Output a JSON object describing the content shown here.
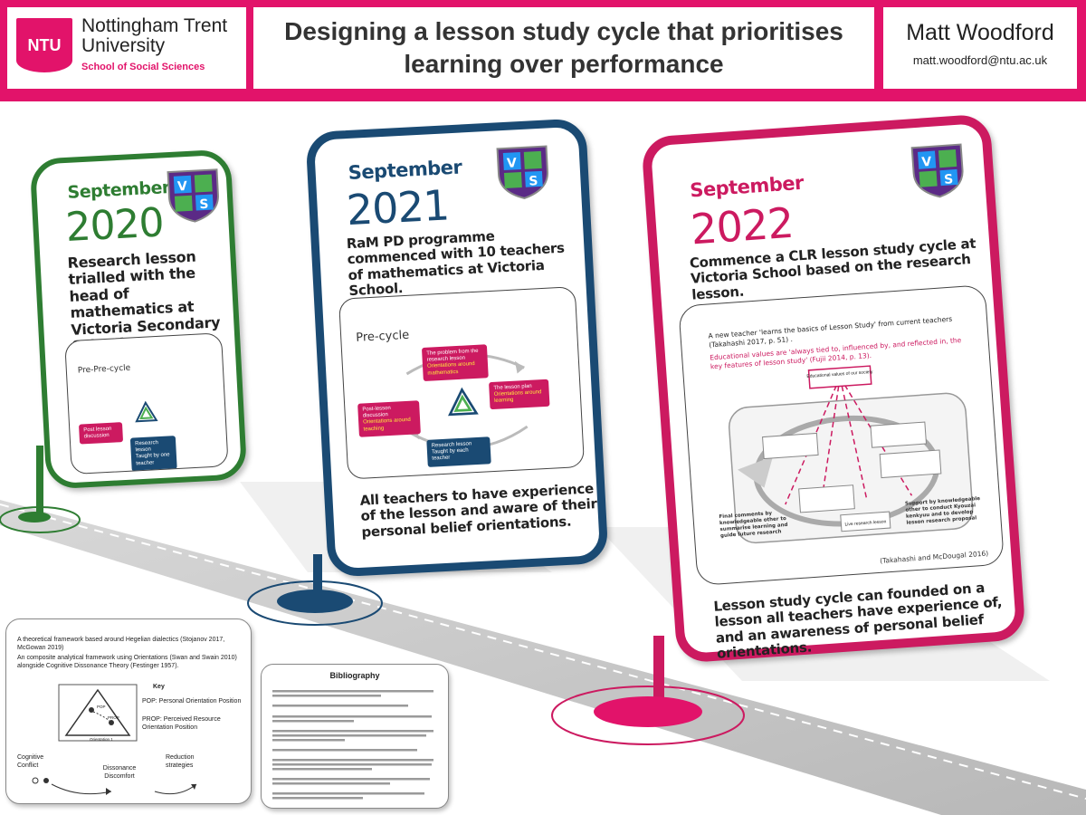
{
  "header": {
    "logo_mark": "NTU",
    "university_line1": "Nottingham Trent",
    "university_line2": "University",
    "school": "School of Social Sciences",
    "title": "Designing a lesson study cycle that prioritises learning over performance",
    "author_name": "Matt Woodford",
    "author_email": "matt.woodford@ntu.ac.uk"
  },
  "crest": {
    "letters": [
      "V",
      "S"
    ]
  },
  "signs": [
    {
      "month": "September",
      "year": "2020",
      "color": "#2e7d32",
      "text": "Research lesson trialled with the head of mathematics at Victoria Secondary School.",
      "inset": {
        "title": "Pre-Pre-cycle",
        "tag_pink": "Post lesson discussion",
        "tag_navy_line1": "Research lesson",
        "tag_navy_line2": "Taught by one teacher"
      }
    },
    {
      "month": "September",
      "year": "2021",
      "color": "#1a4a73",
      "text": "RaM PD programme commenced  with 10 teachers of mathematics at Victoria School.",
      "inset": {
        "title": "Pre-cycle",
        "tag_top_line1": "The problem from the research lesson",
        "tag_top_line2": "Orientations around mathematics",
        "tag_right_line1": "The lesson plan",
        "tag_right_line2": "Orientations around learning",
        "tag_left_line1": "Post-lesson discussion",
        "tag_left_line2": "Orientations around teaching",
        "tag_bottom_line1": "Research lesson",
        "tag_bottom_line2": "Taught by each teacher"
      },
      "footer": "All teachers to have experience of the lesson and aware of their personal belief orientations."
    },
    {
      "month": "September",
      "year": "2022",
      "color": "#cc1a60",
      "text": "Commence a CLR lesson study cycle at Victoria School based on the research lesson.",
      "inset": {
        "line1": "A new teacher 'learns the basics of Lesson Study' from current teachers",
        "line2": "(Takahashi 2017, p. 51) .",
        "line3": "Educational values are 'always tied to, influenced by, and reflected in, the key features of lesson study' (Fujii 2014, p. 13).",
        "box_values": "Educational values of our society",
        "box_final": "Final comments by knowledgeable other to summarise learning and guide future research",
        "box_support": "Support by knowledgeable other to conduct Kyouzai kenkyuu and to develop lesson research proposal",
        "box_research": "Live research lesson",
        "caption": "(Takahashi and McDougal 2016)"
      },
      "footer": "Lesson study cycle can founded on a lesson all teachers have experience of, and an awareness of personal belief orientations."
    }
  ],
  "framework": {
    "line1": "A theoretical framework based around Hegelian dialectics (Stojanov 2017, McGowan 2019)",
    "line2": "An composite analytical framework using Orientations (Swan and Swain 2010) alongside Cognitive Dissonance Theory (Festinger 1957).",
    "key_title": "Key",
    "key_pop": "POP: Personal Orientation Position",
    "key_prop": "PROP: Perceived Resource Orientation Position",
    "label_pop": "POP",
    "label_prop": "PROP",
    "label_orientation": "Orientation 1",
    "cognitive_conflict": "Cognitive Conflict",
    "dissonance": "Dissonance Discomfort",
    "reduction": "Reduction strategies"
  },
  "bibliography": {
    "title": "Bibliography"
  },
  "colors": {
    "brand": "#e2136a",
    "green": "#2e7d32",
    "navy": "#1a4a73",
    "crimson": "#cc1a60",
    "road": "#c5c5c5"
  }
}
